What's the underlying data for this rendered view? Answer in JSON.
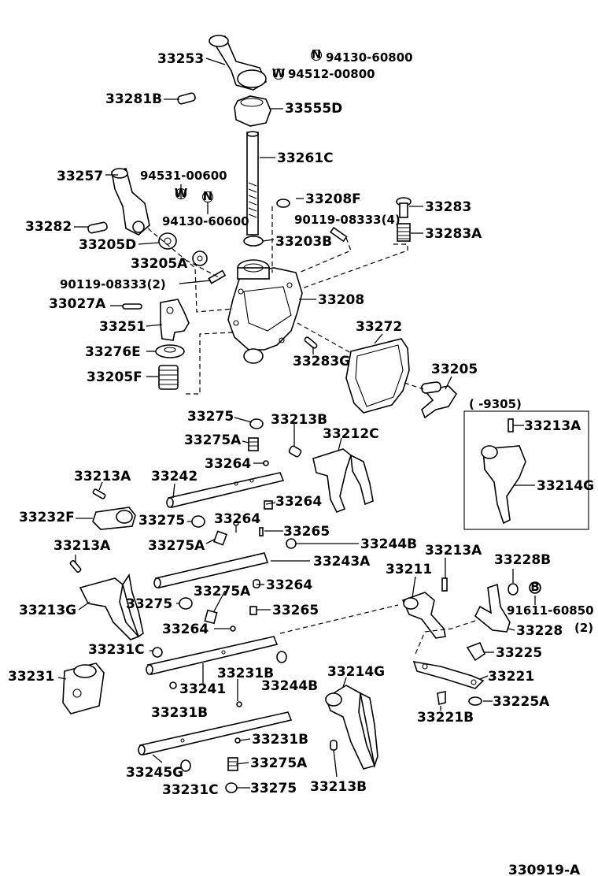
{
  "diagram_id": "330919-A",
  "bracket_label": "( -9305)",
  "badges": {
    "n": "N",
    "w": "W",
    "b": "B"
  },
  "parts": {
    "p33253": "33253",
    "p94130_60800": "94130-60800",
    "p94512_00800": "94512-00800",
    "p33281B": "33281B",
    "p33555D": "33555D",
    "p33261C": "33261C",
    "p33257": "33257",
    "p94531_00600": "94531-00600",
    "p94130_60600": "94130-60600",
    "p33208F": "33208F",
    "p33283": "33283",
    "p90119_08333_4": "90119-08333(4)",
    "p33283A": "33283A",
    "p33282": "33282",
    "p33205D": "33205D",
    "p33203B": "33203B",
    "p33205A": "33205A",
    "p90119_08333_2": "90119-08333(2)",
    "p33208": "33208",
    "p33027A": "33027A",
    "p33251": "33251",
    "p33272": "33272",
    "p33276E": "33276E",
    "p33283G": "33283G",
    "p33205F": "33205F",
    "p33205": "33205",
    "p33275_a": "33275",
    "p33213B_a": "33213B",
    "p33275A_a": "33275A",
    "p33212C": "33212C",
    "p33264_a": "33264",
    "p33213A_r": "33213A",
    "p33213A_a": "33213A",
    "p33242": "33242",
    "p33264_b": "33264",
    "p33214G_r": "33214G",
    "p33232F": "33232F",
    "p33275_b": "33275",
    "p33264_c": "33264",
    "p33265_a": "33265",
    "p33275A_b": "33275A",
    "p33244B_a": "33244B",
    "p33213A_b": "33213A",
    "p33243A": "33243A",
    "p33213A_c": "33213A",
    "p33228B": "33228B",
    "p33211": "33211",
    "p33264_d": "33264",
    "p33275A_c": "33275A",
    "p33213G": "33213G",
    "p33275_c": "33275",
    "p33265_b": "33265",
    "p91611_60850": "91611-60850",
    "p33264_e": "33264",
    "p33228": "33228",
    "p33228_qty": "(2)",
    "p33231C_a": "33231C",
    "p33225": "33225",
    "p33231": "33231",
    "p33231B_a": "33231B",
    "p33214G": "33214G",
    "p33221": "33221",
    "p33241": "33241",
    "p33244B_b": "33244B",
    "p33231B_b": "33231B",
    "p33225A": "33225A",
    "p33221B": "33221B",
    "p33231B_c": "33231B",
    "p33245G": "33245G",
    "p33275A_d": "33275A",
    "p33231C_b": "33231C",
    "p33275_d": "33275",
    "p33213B_b": "33213B"
  }
}
